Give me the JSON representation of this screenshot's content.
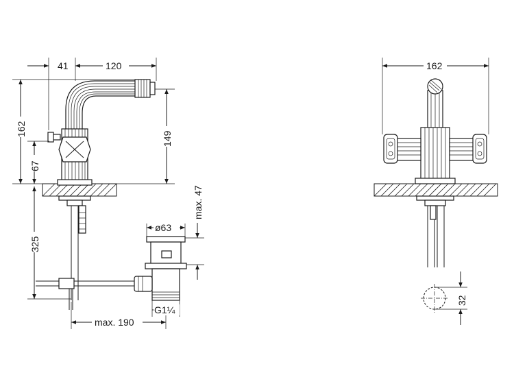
{
  "colors": {
    "line": "#1a1a1a",
    "background": "#ffffff"
  },
  "side_view": {
    "dim_41": "41",
    "dim_120": "120",
    "dim_162": "162",
    "dim_149": "149",
    "dim_67": "67",
    "dim_325": "325",
    "dim_max47": "max. 47",
    "dim_d63": "ø63",
    "dim_g114": "G1¼",
    "dim_max190": "max. 190"
  },
  "front_view": {
    "dim_162": "162",
    "dim_32": "32"
  }
}
